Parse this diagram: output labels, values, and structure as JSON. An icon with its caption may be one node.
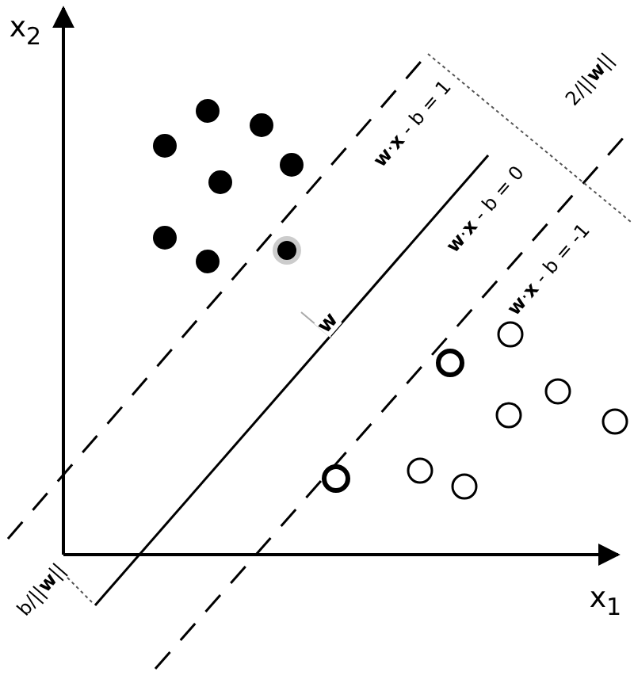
{
  "diagram": {
    "labels": [
      "x$_{2}$",
      "**w**·**x** - b = 1",
      "2/||**w**||",
      "**w**·**x** - b = 0",
      "**w**·**x** - b = -1",
      "w",
      "b/||**w**||",
      "x$_{1}$"
    ]
  }
}
